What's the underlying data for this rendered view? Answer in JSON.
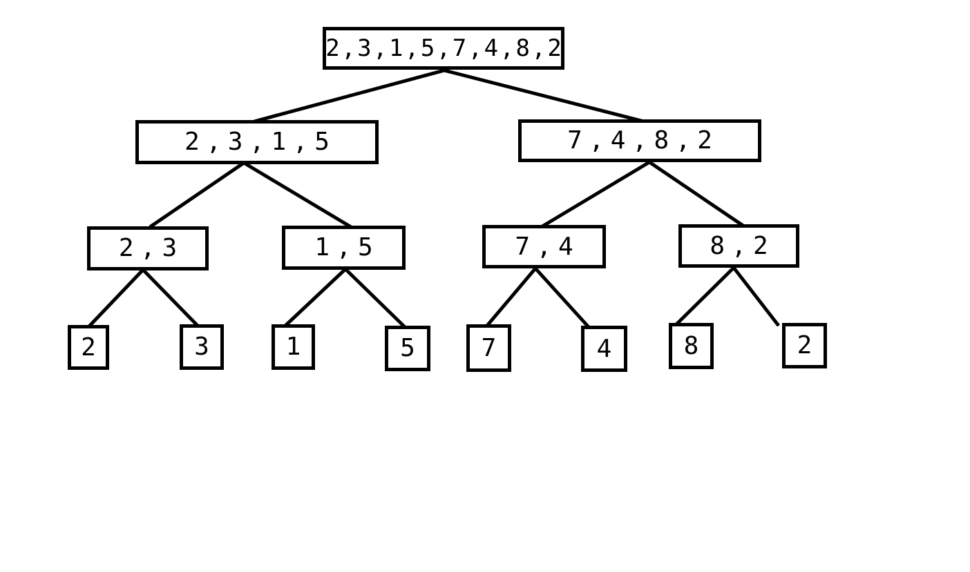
{
  "diagram": {
    "type": "binary-tree",
    "description_visible": "",
    "colors": {
      "background": "#ffffff",
      "box_border": "#000000",
      "box_fill": "#ffffff",
      "line": "#000000",
      "text": "#000000"
    },
    "tree": {
      "levels": [
        {
          "nodes": [
            {
              "id": "root",
              "label": "2 , 3 , 1 , 5 , 7 , 4 , 8 , 2"
            }
          ]
        },
        {
          "nodes": [
            {
              "id": "left",
              "label": "2 , 3 , 1 , 5"
            },
            {
              "id": "right",
              "label": "7 , 4 , 8 , 2"
            }
          ]
        },
        {
          "nodes": [
            {
              "id": "left-left",
              "label": "2 , 3"
            },
            {
              "id": "left-right",
              "label": "1 , 5"
            },
            {
              "id": "right-left",
              "label": "7 , 4"
            },
            {
              "id": "right-right",
              "label": "8 , 2"
            }
          ]
        },
        {
          "nodes": [
            {
              "id": "leaf-1",
              "label": "2"
            },
            {
              "id": "leaf-2",
              "label": "3"
            },
            {
              "id": "leaf-3",
              "label": "1"
            },
            {
              "id": "leaf-4",
              "label": "5"
            },
            {
              "id": "leaf-5",
              "label": "7"
            },
            {
              "id": "leaf-6",
              "label": "4"
            },
            {
              "id": "leaf-7",
              "label": "8"
            },
            {
              "id": "leaf-8",
              "label": "2"
            }
          ]
        }
      ],
      "edges": [
        [
          "root",
          "left"
        ],
        [
          "root",
          "right"
        ],
        [
          "left",
          "left-left"
        ],
        [
          "left",
          "left-right"
        ],
        [
          "right",
          "right-left"
        ],
        [
          "right",
          "right-right"
        ],
        [
          "left-left",
          "leaf-1"
        ],
        [
          "left-left",
          "leaf-2"
        ],
        [
          "left-right",
          "leaf-3"
        ],
        [
          "left-right",
          "leaf-4"
        ],
        [
          "right-left",
          "leaf-5"
        ],
        [
          "right-left",
          "leaf-6"
        ],
        [
          "right-right",
          "leaf-7"
        ],
        [
          "right-right",
          "leaf-8"
        ]
      ]
    }
  }
}
